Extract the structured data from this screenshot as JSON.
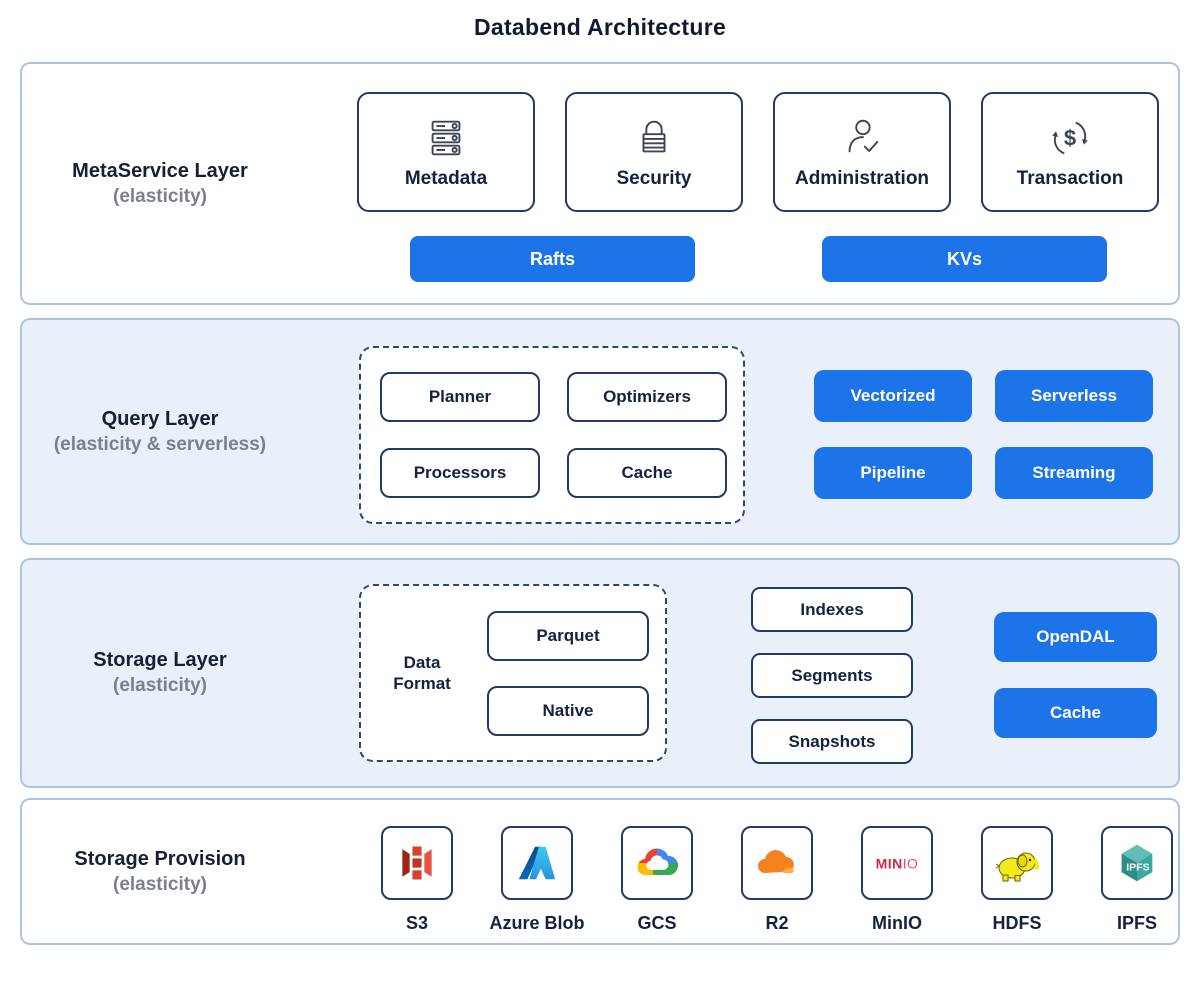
{
  "title": "Databend Architecture",
  "palette": {
    "accent_blue": "#1d74e8",
    "panel_fill": "#e9f0fa",
    "panel_border": "#adc2e9",
    "box_border": "#1e3a68",
    "heading_navy": "#152035",
    "subtitle_gray": "#7b808c",
    "icon_stroke": "#3d4553",
    "minio_red": "#c72c48",
    "s3_red": "#d9402f",
    "cloudflare_orange": "#f6821f",
    "ipfs_teal": "#3aa7a0",
    "hadoop_yellow": "#f2ea1d"
  },
  "layers": {
    "metaservice": {
      "name": "MetaService Layer",
      "subtitle": "(elasticity)",
      "cards": [
        {
          "label": "Metadata",
          "icon": "servers-icon"
        },
        {
          "label": "Security",
          "icon": "lock-icon"
        },
        {
          "label": "Administration",
          "icon": "user-check-icon"
        },
        {
          "label": "Transaction",
          "icon": "dollar-cycle-icon"
        }
      ],
      "pills": [
        {
          "label": "Rafts"
        },
        {
          "label": "KVs"
        }
      ]
    },
    "query": {
      "name": "Query Layer",
      "subtitle": "(elasticity & serverless)",
      "modules": [
        {
          "label": "Planner"
        },
        {
          "label": "Optimizers"
        },
        {
          "label": "Processors"
        },
        {
          "label": "Cache"
        }
      ],
      "pills": [
        {
          "label": "Vectorized"
        },
        {
          "label": "Serverless"
        },
        {
          "label": "Pipeline"
        },
        {
          "label": "Streaming"
        }
      ]
    },
    "storage": {
      "name": "Storage Layer",
      "subtitle": "(elasticity)",
      "data_format": {
        "label": "Data Format",
        "formats": [
          {
            "label": "Parquet"
          },
          {
            "label": "Native"
          }
        ]
      },
      "structures": [
        {
          "label": "Indexes"
        },
        {
          "label": "Segments"
        },
        {
          "label": "Snapshots"
        }
      ],
      "pills": [
        {
          "label": "OpenDAL"
        },
        {
          "label": "Cache"
        }
      ]
    },
    "provision": {
      "name": "Storage Provision",
      "subtitle": "(elasticity)",
      "providers": [
        {
          "label": "S3",
          "icon": "s3-icon"
        },
        {
          "label": "Azure Blob",
          "icon": "azure-icon"
        },
        {
          "label": "GCS",
          "icon": "gcs-icon"
        },
        {
          "label": "R2",
          "icon": "cloudflare-r2-icon"
        },
        {
          "label": "MinIO",
          "icon": "minio-icon"
        },
        {
          "label": "HDFS",
          "icon": "hadoop-elephant-icon"
        },
        {
          "label": "IPFS",
          "icon": "ipfs-icon"
        }
      ]
    }
  }
}
